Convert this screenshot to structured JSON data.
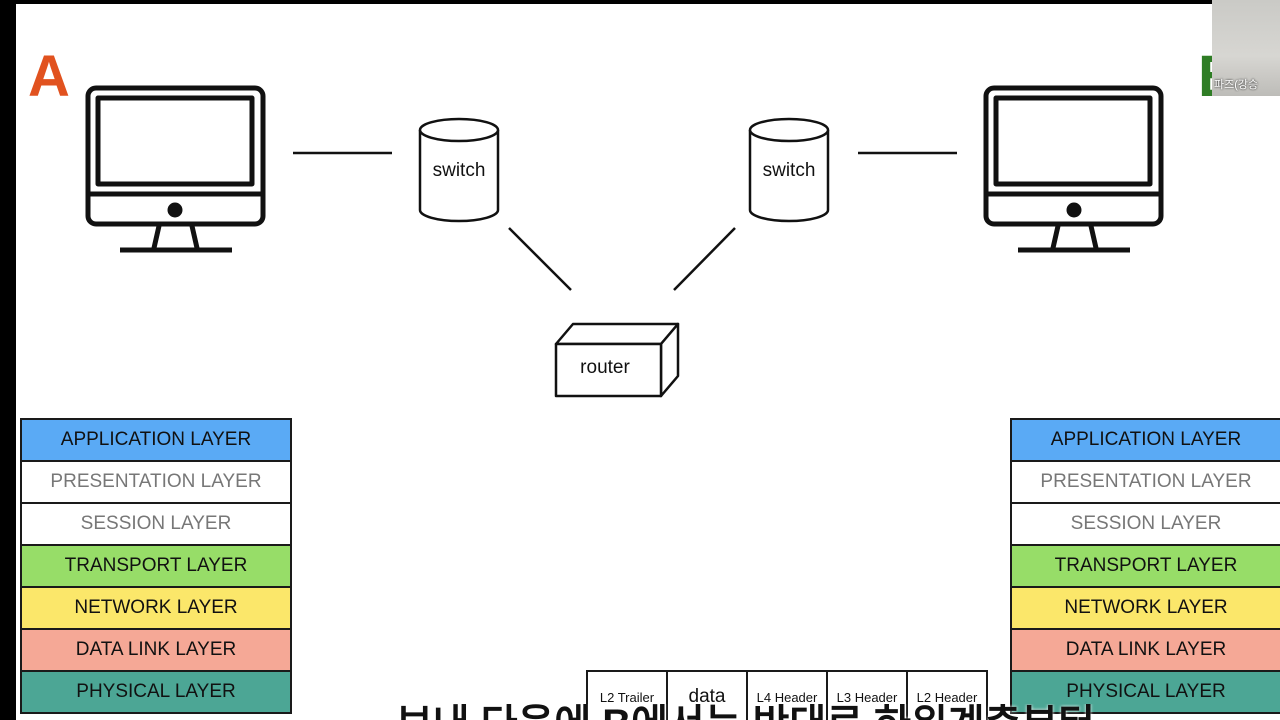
{
  "endpoints": {
    "left_letter": "A",
    "right_letter": "B"
  },
  "devices": {
    "switch_left": "switch",
    "switch_right": "switch",
    "router": "router"
  },
  "osi_left": {
    "layers": [
      {
        "label": "APPLICATION LAYER",
        "color": "#5aaaf5"
      },
      {
        "label": "PRESENTATION LAYER",
        "color": "#ffffff"
      },
      {
        "label": "SESSION LAYER",
        "color": "#ffffff"
      },
      {
        "label": "TRANSPORT LAYER",
        "color": "#97dd68"
      },
      {
        "label": "NETWORK LAYER",
        "color": "#fbe76a"
      },
      {
        "label": "DATA LINK LAYER",
        "color": "#f5a896"
      },
      {
        "label": "PHYSICAL LAYER",
        "color": "#4ca695"
      }
    ]
  },
  "osi_right": {
    "layers": [
      {
        "label": "APPLICATION LAYER",
        "color": "#5aaaf5"
      },
      {
        "label": "PRESENTATION LAYER",
        "color": "#ffffff"
      },
      {
        "label": "SESSION LAYER",
        "color": "#ffffff"
      },
      {
        "label": "TRANSPORT LAYER",
        "color": "#97dd68"
      },
      {
        "label": "NETWORK LAYER",
        "color": "#fbe76a"
      },
      {
        "label": "DATA LINK LAYER",
        "color": "#f5a896"
      },
      {
        "label": "PHYSICAL LAYER",
        "color": "#4ca695"
      }
    ]
  },
  "packet": {
    "cells": [
      "L2 Trailer",
      "data",
      "L4 Header",
      "L3 Header",
      "L2 Header"
    ]
  },
  "webcam": {
    "name": "파즈(강승"
  },
  "subtitle": "보내 다음에 B에서는 반대로 하위계층부터"
}
